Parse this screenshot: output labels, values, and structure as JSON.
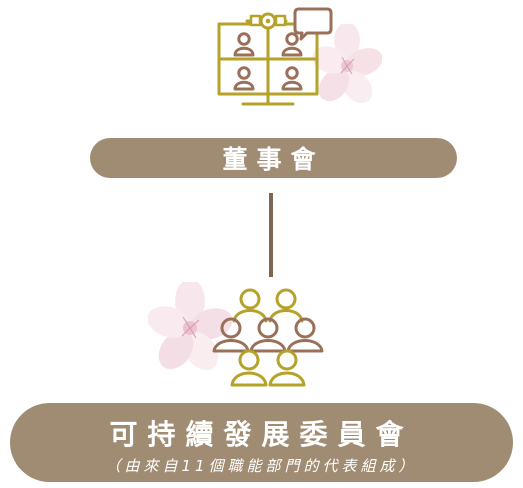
{
  "diagram": {
    "top_box": {
      "label": "董事會"
    },
    "bottom_box": {
      "title": "可持續發展委員會",
      "subtitle": "（由來自11個職能部門的代表組成）"
    },
    "colors": {
      "box_fill": "#a08c73",
      "connector": "#7d6754",
      "icon_olive": "#b5a22a",
      "icon_brown": "#9a7059",
      "flower_pink": "#f3dce3"
    },
    "icons": {
      "top": "videoconference-board-icon",
      "bottom": "people-group-icon",
      "decor": "cherry-blossom-icon"
    }
  }
}
